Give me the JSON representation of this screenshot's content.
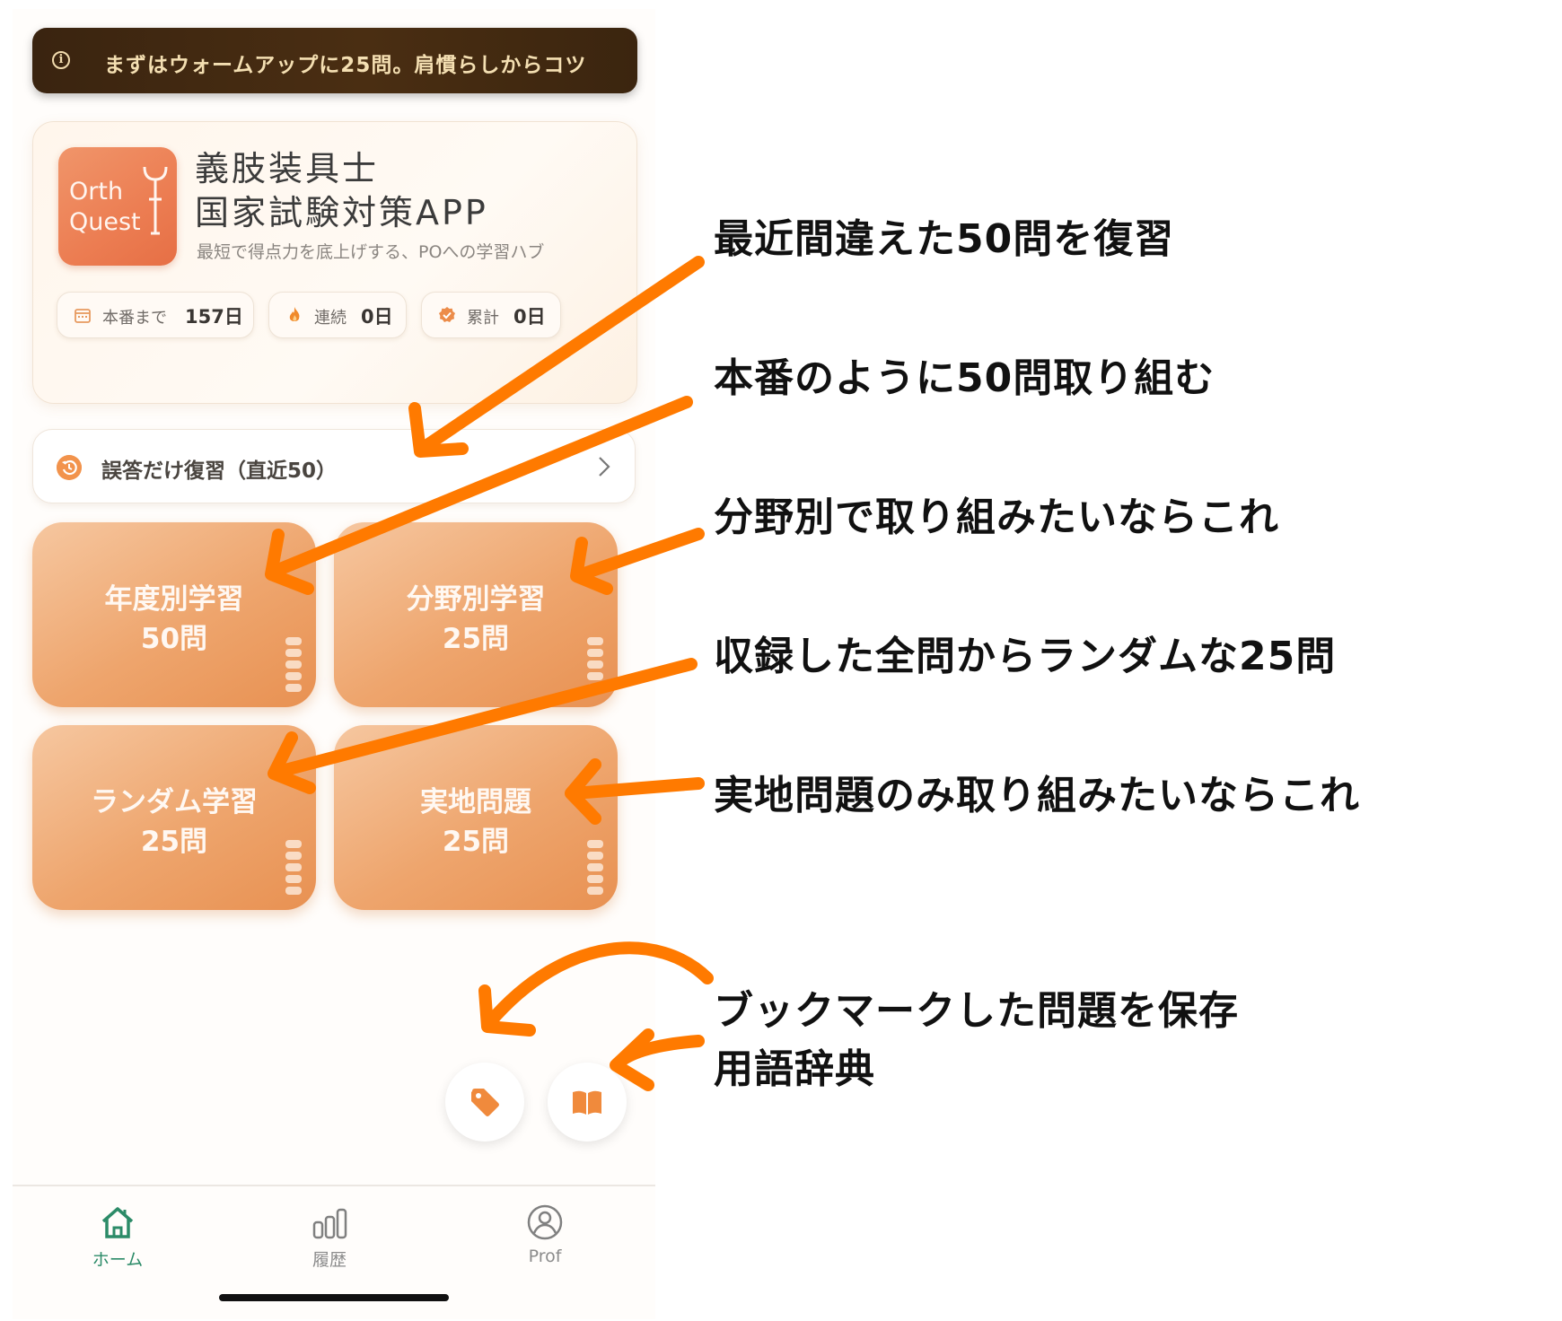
{
  "banner": {
    "text": "まずはウォームアップに25問。肩慣らしからコツ"
  },
  "hero": {
    "logo_line1": "Orth",
    "logo_line2": "Quest",
    "title_line1": "義肢装具士",
    "title_line2": "国家試験対策APP",
    "subtitle": "最短で得点力を底上げする、POへの学習ハブ",
    "stats": [
      {
        "label": "本番まで",
        "value": "157日",
        "icon": "calendar-icon"
      },
      {
        "label": "連続",
        "value": "0日",
        "icon": "flame-icon"
      },
      {
        "label": "累計",
        "value": "0日",
        "icon": "badge-check-icon"
      }
    ]
  },
  "review": {
    "label": "誤答だけ復習（直近50）"
  },
  "tiles": [
    {
      "title": "年度別学習",
      "count": "50問"
    },
    {
      "title": "分野別学習",
      "count": "25問"
    },
    {
      "title": "ランダム学習",
      "count": "25問"
    },
    {
      "title": "実地問題",
      "count": "25問"
    }
  ],
  "fabs": [
    {
      "icon": "tag-icon"
    },
    {
      "icon": "book-icon"
    }
  ],
  "nav": [
    {
      "label": "ホーム",
      "icon": "home-icon"
    },
    {
      "label": "履歴",
      "icon": "bar-chart-icon"
    },
    {
      "label": "Prof",
      "icon": "profile-icon"
    }
  ],
  "annotations": [
    "最近間違えた50問を復習",
    "本番のように50問取り組む",
    "分野別で取り組みたいならこれ",
    "収録した全問からランダムな25問",
    "実地問題のみ取り組みたいならこれ",
    "ブックマークした問題を保存",
    "用語辞典"
  ],
  "colors": {
    "accent_orange": "#f0913f",
    "arrow_orange": "#ff7a00",
    "nav_active": "#2c8b68",
    "banner_bg": "#3a2410",
    "banner_text": "#f4dfb2"
  }
}
